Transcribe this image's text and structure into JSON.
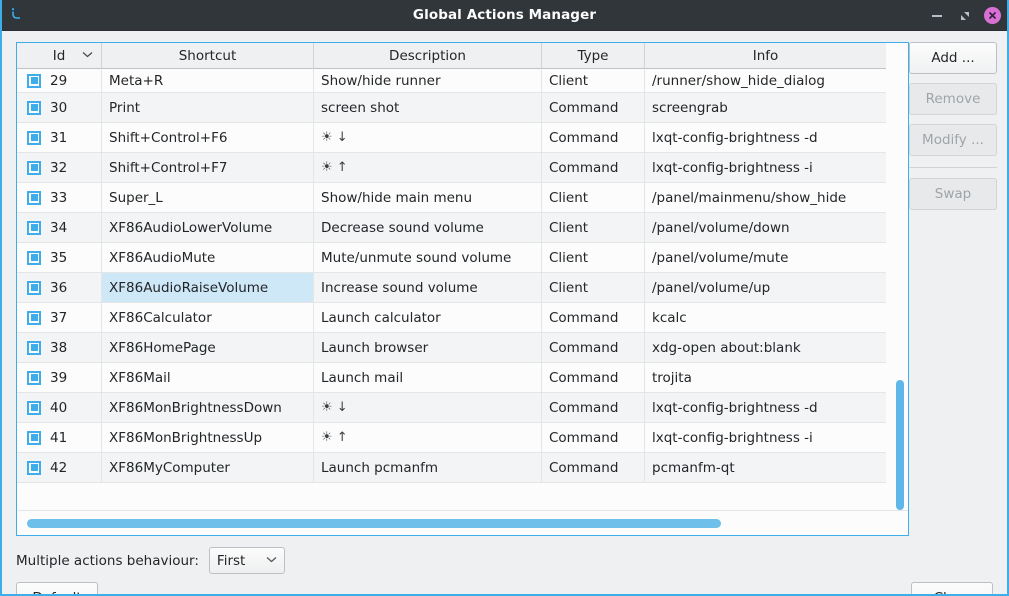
{
  "window": {
    "title": "Global Actions Manager",
    "app_icon": "lxqt-globalkeys-icon",
    "controls": {
      "minimize": "minimize-icon",
      "maximize": "maximize-icon",
      "close": "close-icon"
    },
    "colors": {
      "titlebar_bg": "#31363b",
      "title_fg": "#fcfcfc",
      "accent": "#3daee9",
      "close_btn": "#da70d6",
      "selection": "#cfe8f7",
      "window_bg": "#eff0f1"
    }
  },
  "table": {
    "columns": [
      {
        "key": "id",
        "label": "Id",
        "sort_icon": "chevron-down-icon"
      },
      {
        "key": "shortcut",
        "label": "Shortcut"
      },
      {
        "key": "description",
        "label": "Description"
      },
      {
        "key": "type",
        "label": "Type"
      },
      {
        "key": "info",
        "label": "Info"
      }
    ],
    "rows": [
      {
        "checked": true,
        "id": "29",
        "shortcut": "Meta+R",
        "description": "Show/hide runner",
        "desc_icon": "",
        "type": "Client",
        "info": "/runner/show_hide_dialog"
      },
      {
        "checked": true,
        "id": "30",
        "shortcut": "Print",
        "description": "screen shot",
        "desc_icon": "",
        "type": "Command",
        "info": "screengrab"
      },
      {
        "checked": true,
        "id": "31",
        "shortcut": "Shift+Control+F6",
        "description": "☀ ↓",
        "desc_icon": "brightness-down-icon",
        "type": "Command",
        "info": "lxqt-config-brightness -d"
      },
      {
        "checked": true,
        "id": "32",
        "shortcut": "Shift+Control+F7",
        "description": "☀ ↑",
        "desc_icon": "brightness-up-icon",
        "type": "Command",
        "info": "lxqt-config-brightness -i"
      },
      {
        "checked": true,
        "id": "33",
        "shortcut": "Super_L",
        "description": "Show/hide main menu",
        "desc_icon": "",
        "type": "Client",
        "info": "/panel/mainmenu/show_hide"
      },
      {
        "checked": true,
        "id": "34",
        "shortcut": "XF86AudioLowerVolume",
        "description": "Decrease sound volume",
        "desc_icon": "",
        "type": "Client",
        "info": "/panel/volume/down"
      },
      {
        "checked": true,
        "id": "35",
        "shortcut": "XF86AudioMute",
        "description": "Mute/unmute sound volume",
        "desc_icon": "",
        "type": "Client",
        "info": "/panel/volume/mute"
      },
      {
        "checked": true,
        "id": "36",
        "shortcut": "XF86AudioRaiseVolume",
        "description": "Increase sound volume",
        "desc_icon": "",
        "type": "Client",
        "info": "/panel/volume/up",
        "selected": true
      },
      {
        "checked": true,
        "id": "37",
        "shortcut": "XF86Calculator",
        "description": "Launch calculator",
        "desc_icon": "",
        "type": "Command",
        "info": "kcalc"
      },
      {
        "checked": true,
        "id": "38",
        "shortcut": "XF86HomePage",
        "description": "Launch browser",
        "desc_icon": "",
        "type": "Command",
        "info": "xdg-open about:blank"
      },
      {
        "checked": true,
        "id": "39",
        "shortcut": "XF86Mail",
        "description": "Launch mail",
        "desc_icon": "",
        "type": "Command",
        "info": "trojita"
      },
      {
        "checked": true,
        "id": "40",
        "shortcut": "XF86MonBrightnessDown",
        "description": "☀ ↓",
        "desc_icon": "brightness-down-icon",
        "type": "Command",
        "info": "lxqt-config-brightness -d"
      },
      {
        "checked": true,
        "id": "41",
        "shortcut": "XF86MonBrightnessUp",
        "description": "☀ ↑",
        "desc_icon": "brightness-up-icon",
        "type": "Command",
        "info": "lxqt-config-brightness -i"
      },
      {
        "checked": true,
        "id": "42",
        "shortcut": "XF86MyComputer",
        "description": "Launch pcmanfm",
        "desc_icon": "",
        "type": "Command",
        "info": "pcmanfm-qt"
      }
    ]
  },
  "side_buttons": [
    {
      "label": "Add ...",
      "enabled": true,
      "name": "add-button"
    },
    {
      "label": "Remove",
      "enabled": false,
      "name": "remove-button"
    },
    {
      "label": "Modify ...",
      "enabled": false,
      "name": "modify-button"
    },
    {
      "label": "Swap",
      "enabled": false,
      "name": "swap-button"
    }
  ],
  "footer": {
    "behaviour_label": "Multiple actions behaviour:",
    "behaviour_value": "First",
    "behaviour_options": [
      "First"
    ],
    "default_label": "Default",
    "close_label": "Close"
  }
}
